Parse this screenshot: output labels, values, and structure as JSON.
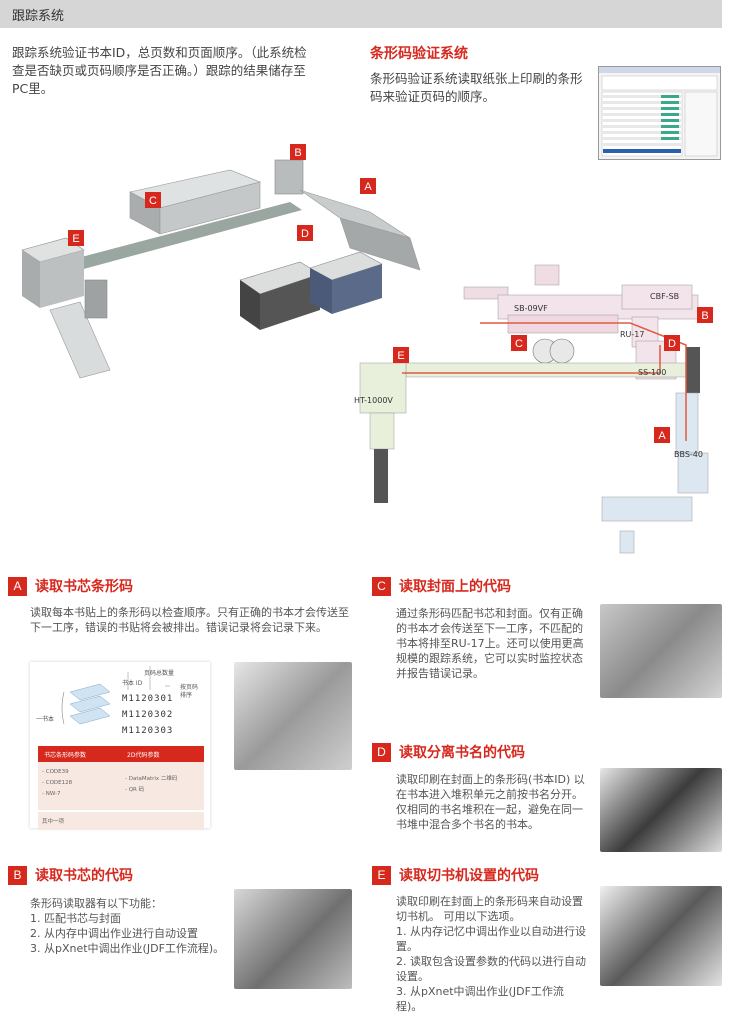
{
  "header": {
    "title": "跟踪系统"
  },
  "intro": "跟踪系统验证书本ID，总页数和页面顺序。（此系统检查是否缺页或页码顺序是否正确。）跟踪的结果储存至PC里。",
  "barcode_system": {
    "title": "条形码验证系统",
    "text": "条形码验证系统读取纸张上印刷的条形码来验证页码的顺序。"
  },
  "machine_markers": [
    "A",
    "B",
    "C",
    "D",
    "E"
  ],
  "layout_labels": {
    "sb09vf": "SB-09VF",
    "cbfsb": "CBF-SB",
    "ru17": "RU-17",
    "ss100": "SS-100",
    "ht1000v": "HT-1000V",
    "bbs40": "BBS-40"
  },
  "sections": {
    "a": {
      "badge": "A",
      "title": "读取书芯条形码",
      "text": "读取每本书贴上的条形码以检查顺序。只有正确的书本才会传送至下一工序，错误的书贴将会被排出。错误记录将会记录下来。"
    },
    "b": {
      "badge": "B",
      "title": "读取书芯的代码",
      "text_lines": [
        "条形码读取器有以下功能：",
        "1. 匹配书芯与封面",
        "2. 从内存中调出作业进行自动设置",
        "3. 从pXnet中调出作业(JDF工作流程)。"
      ]
    },
    "c": {
      "badge": "C",
      "title": "读取封面上的代码",
      "text": "通过条形码匹配书芯和封面。仅有正确的书本才会传送至下一工序，不匹配的书本将排至RU-17上。还可以使用更高规模的跟踪系统，它可以实时监控状态并报告错误记录。"
    },
    "d": {
      "badge": "D",
      "title": "读取分离书名的代码",
      "text": "读取印刷在封面上的条形码(书本ID) 以在书本进入堆积单元之前按书名分开。仅相同的书名堆积在一起，避免在同一书堆中混合多个书名的书本。"
    },
    "e": {
      "badge": "E",
      "title": "读取切书机设置的代码",
      "text_lines": [
        "读取印刷在封面上的条形码来自动设置切书机。 可用以下选项。",
        "1. 从内存记忆中调出作业以自动进行设置。",
        " 2. 读取包含设置参数的代码以进行自动设置。",
        "3. 从pXnet中调出作业(JDF工作流程)。"
      ]
    }
  },
  "code_diagram": {
    "label_total_pages": "页码总数量",
    "label_book_id": "书本 ID",
    "label_page_order": "按页码",
    "label_page_order2": "排序",
    "label_one_book": "一书本",
    "codes": [
      "M1120301",
      "M1120302",
      "M1120303"
    ],
    "table_head_1d": "书芯条形码参数",
    "table_head_2d": "2D代码参数",
    "list_1d": [
      "- CODE39",
      "- CODE128",
      "- NW-7"
    ],
    "list_2d": [
      "- DataMatrix 二维码",
      "- QR 码"
    ],
    "footer": "其中一项"
  },
  "colors": {
    "accent": "#d7281e",
    "header_bg": "#d6d6d6",
    "badge_text": "#ffffff"
  }
}
